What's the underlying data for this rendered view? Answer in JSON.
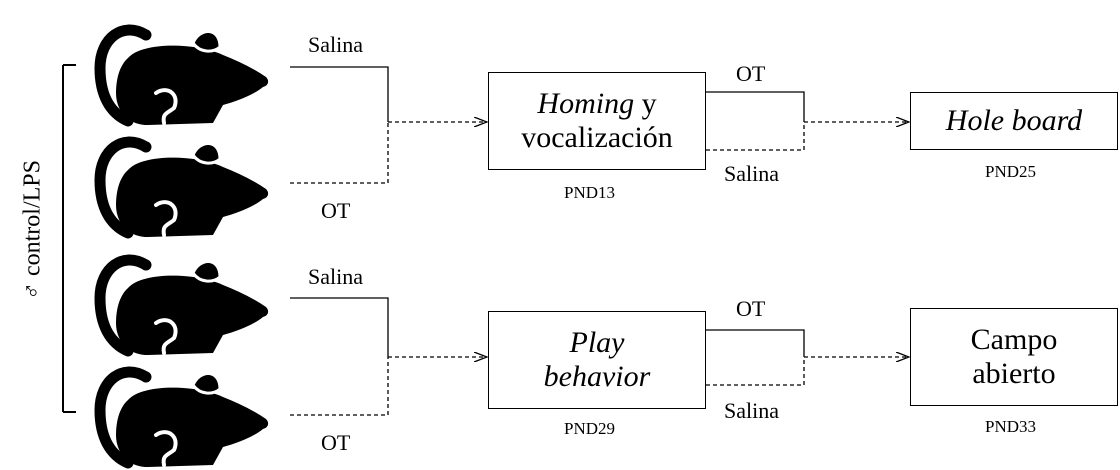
{
  "group_label": "♂ control/LPS",
  "rows": [
    {
      "treatment_top": "Salina",
      "treatment_bottom": "OT",
      "test1": {
        "part1": "Homing",
        "part1_tail": " y",
        "part2": "vocalización",
        "day": "PND13"
      },
      "mid_top": "OT",
      "mid_bottom": "Salina",
      "test2": {
        "line1": "Hole board",
        "line2": "",
        "day": "PND25"
      }
    },
    {
      "treatment_top": "Salina",
      "treatment_bottom": "OT",
      "test1": {
        "part1": "Play",
        "part1_tail": "",
        "part2": "behavior",
        "day": "PND29"
      },
      "mid_top": "OT",
      "mid_bottom": "Salina",
      "test2": {
        "line1": "Campo",
        "line2": "abierto",
        "day": "PND33"
      }
    }
  ],
  "icons": [
    "rat-icon",
    "rat-icon",
    "rat-icon",
    "rat-icon"
  ]
}
